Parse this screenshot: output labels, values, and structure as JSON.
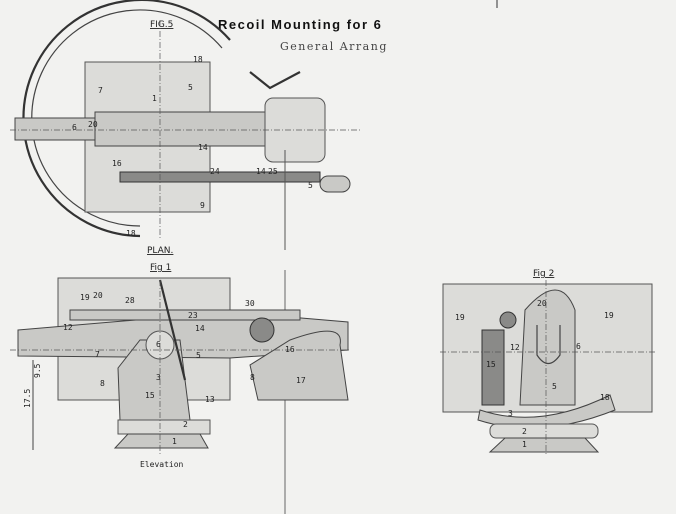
{
  "title": "Recoil Mounting for 6",
  "subtitle": "General Arrang",
  "figures": {
    "fig5": "FIG.5",
    "plan": "PLAN.",
    "fig1": "Fig 1",
    "fig2": "Fig 2",
    "elevation": "Elevation"
  },
  "plan_labels": [
    "18",
    "7",
    "1",
    "5",
    "20",
    "6",
    "14",
    "16",
    "24",
    "14",
    "25",
    "5",
    "18",
    "9"
  ],
  "elevation_labels": [
    "19",
    "20",
    "28",
    "12",
    "7",
    "6",
    "14",
    "23",
    "30",
    "5",
    "3",
    "8",
    "15",
    "2",
    "1",
    "16",
    "17",
    "13",
    "8",
    "9.5",
    "17.5"
  ],
  "end_labels": [
    "20",
    "19",
    "19",
    "12",
    "15",
    "6",
    "5",
    "18",
    "3",
    "2",
    "1"
  ]
}
